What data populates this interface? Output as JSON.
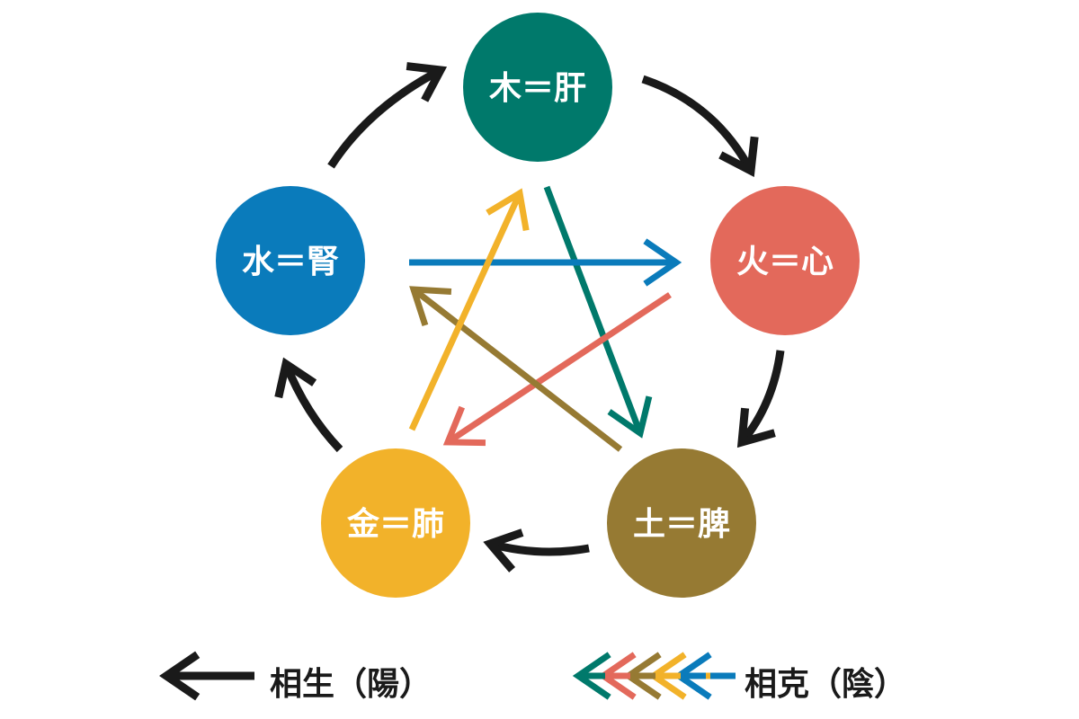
{
  "elements": [
    {
      "id": "wood",
      "label": "木＝肝",
      "color": "#00796b"
    },
    {
      "id": "fire",
      "label": "火＝心",
      "color": "#e3695b"
    },
    {
      "id": "earth",
      "label": "土＝脾",
      "color": "#967a33"
    },
    {
      "id": "metal",
      "label": "金＝肺",
      "color": "#f2b22a"
    },
    {
      "id": "water",
      "label": "水＝腎",
      "color": "#0a7bbb"
    }
  ],
  "generating_color": "#1a1a1a",
  "legend": {
    "generating_label": "相生（陽）",
    "controlling_label": "相克（陰）"
  }
}
